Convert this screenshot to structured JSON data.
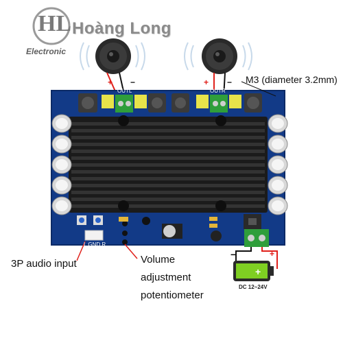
{
  "logo": {
    "mark": "HL",
    "brand": "Hoàng Long",
    "subtitle": "Electronic"
  },
  "board": {
    "left_output_label": "OUTL",
    "right_output_label": "OUTR",
    "audio_pins_label": "L GND R",
    "plus": "+",
    "minus": "−"
  },
  "labels": {
    "mount_hole": "M3 (diameter 3.2mm)",
    "audio_input": "3P audio input",
    "volume_line1": "Volume",
    "volume_line2": "adjustment",
    "volume_line3": "potentiometer"
  },
  "power": {
    "range": "DC 12~24V",
    "plus": "+",
    "minus": "−"
  },
  "icons": [
    "speaker-left-icon",
    "speaker-right-icon",
    "battery-icon",
    "sound-wave-icon"
  ],
  "colors": {
    "pcb": "#123a87",
    "heatsink": "#1b1b1b",
    "wire_red": "#e0201a",
    "wire_black": "#111111",
    "terminal_green": "#2f9e3b",
    "battery_green": "#7fcf22",
    "capacitor_yellow": "#e7e34a"
  }
}
